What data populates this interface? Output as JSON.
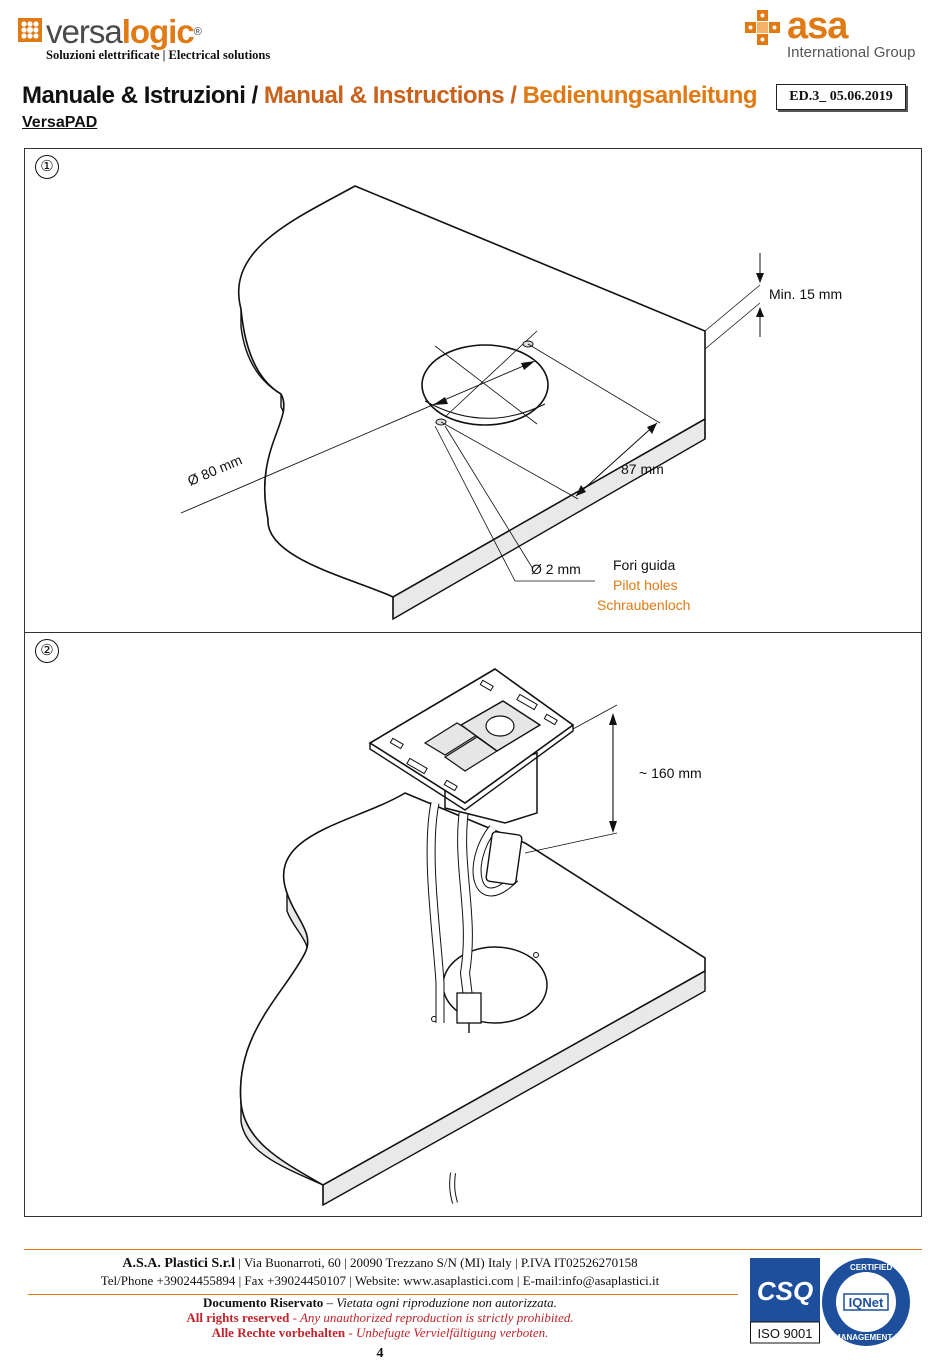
{
  "header": {
    "versalogic_brand_a": "versa",
    "versalogic_brand_b": "logic",
    "versalogic_reg": "®",
    "versalogic_tagline": "Soluzioni elettrificate | Electrical solutions",
    "asa_brand": "asa",
    "asa_sub": "International Group"
  },
  "title": {
    "it": "Manuale & Istruzioni / ",
    "en": "Manual & Instructions / ",
    "de": "Bedienungsanleitung",
    "product": "VersaPAD",
    "edition": "ED.3_ 05.06.2019"
  },
  "step1": {
    "number": "①",
    "min_thickness": "Min. 15 mm",
    "diameter": "Ø 80 mm",
    "distance": "87 mm",
    "pilot_diameter": "Ø 2 mm",
    "pilot_it": "Fori guida",
    "pilot_en": "Pilot holes",
    "pilot_de": "Schraubenloch"
  },
  "step2": {
    "number": "②",
    "height": "~ 160 mm"
  },
  "footer": {
    "company": "A.S.A. Plastici S.r.l",
    "address": " | Via Buonarroti, 60 | 20090 Trezzano S/N (MI) Italy | P.IVA IT02526270158",
    "contacts": "Tel/Phone  +39024455894 | Fax  +39024450107 | Website: www.asaplastici.com | E-mail:info@asaplastici.it",
    "reserved_it_bold": "Documento Riservato",
    "reserved_it_rest": " – Vietata ogni riproduzione non autorizzata.",
    "reserved_en_bold": "All rights reserved",
    "reserved_en_rest": " - Any unauthorized reproduction is strictly prohibited.",
    "reserved_de_bold": "Alle Rechte vorbehalten",
    "reserved_de_rest": " - Unbefugte Vervielfältigung verboten.",
    "page": "4",
    "iso": "ISO 9001",
    "csq": "CSQ",
    "iqnet": "IQNet"
  },
  "colors": {
    "orange": "#e07a14",
    "dark_orange": "#c9621a",
    "red": "#c0242a",
    "csq_blue": "#1d4f9c"
  }
}
